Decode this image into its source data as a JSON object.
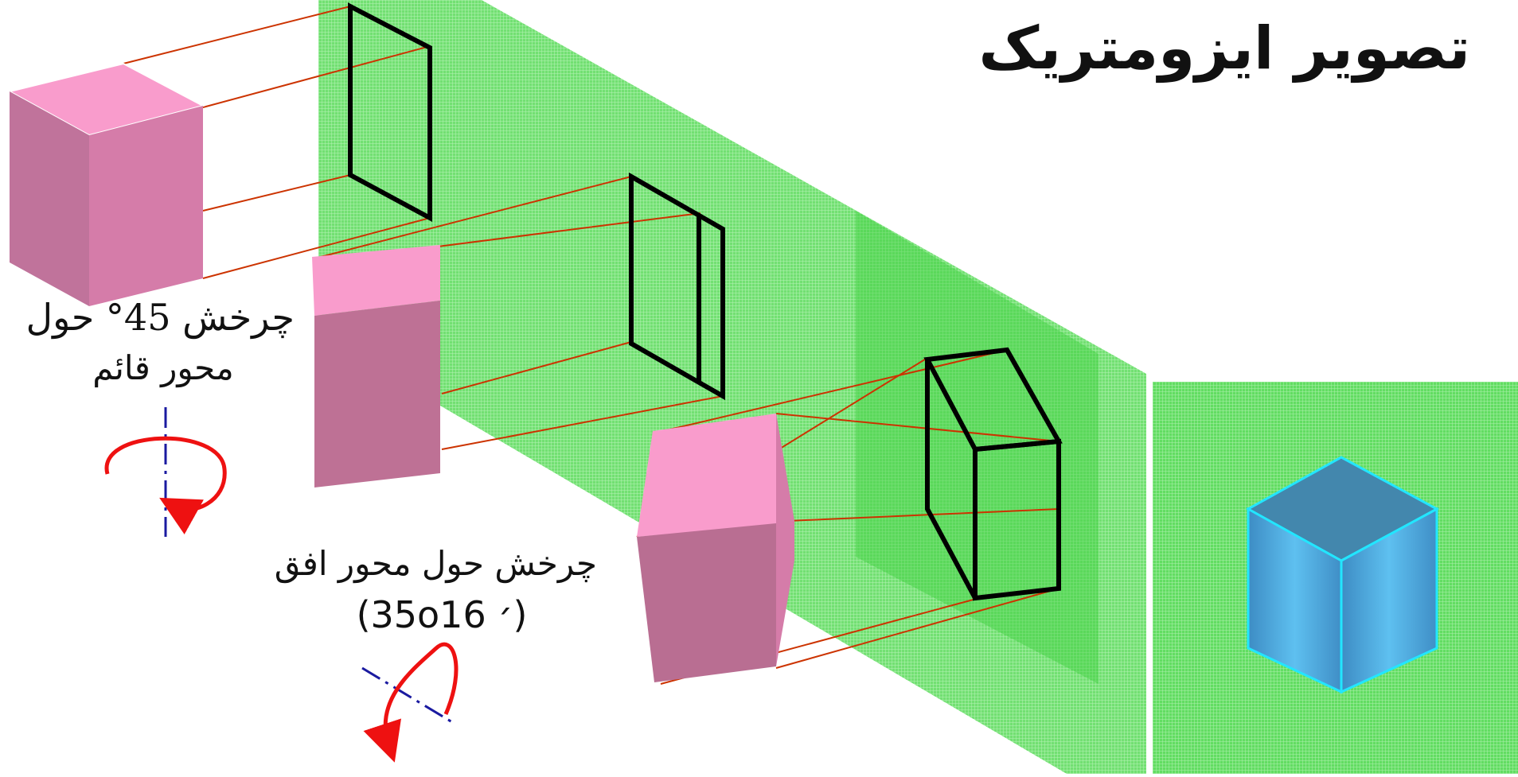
{
  "title": "تصویر ایزومتریک",
  "caption_vertical": {
    "line1": "چرخش 45° حول",
    "line2": "محور قائم"
  },
  "caption_horizontal": {
    "line1": "چرخش حول محور افق",
    "line2": "(35o16 ׳)"
  },
  "colors": {
    "projection_plane": "#5ad85a",
    "cube_top": "#f99ccc",
    "cube_side": "#c5719c",
    "projection_lines": "#cc3300",
    "result_cube": "#4aa8dc",
    "result_edges": "#22e6ff",
    "rotation_arrow": "#ee1111",
    "axis": "#1a1aa0"
  },
  "icons": [
    "rotation-arrow-icon",
    "vertical-axis-icon",
    "horizontal-axis-icon"
  ]
}
